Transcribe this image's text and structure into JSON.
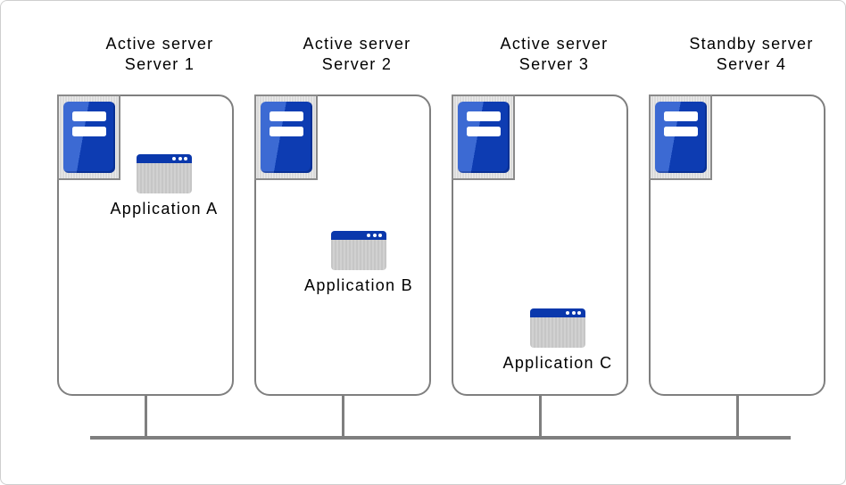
{
  "diagram": {
    "type": "high-availability-cluster-diagram",
    "colors": {
      "server_blue_dark": "#0d3cb2",
      "server_blue_light": "#3c6ad3",
      "app_titlebar_blue": "#0a38ac",
      "line_gray": "#7f7f7f",
      "icon_frame_gray": "#dadada",
      "window_body_gray": "#cccccc"
    },
    "icons": {
      "server": "server-tower-icon",
      "application": "application-window-icon"
    }
  },
  "servers": [
    {
      "role": "Active server",
      "name": "Server 1",
      "app": "Application A"
    },
    {
      "role": "Active server",
      "name": "Server 2",
      "app": "Application B"
    },
    {
      "role": "Active server",
      "name": "Server 3",
      "app": "Application C"
    },
    {
      "role": "Standby server",
      "name": "Server 4"
    }
  ]
}
